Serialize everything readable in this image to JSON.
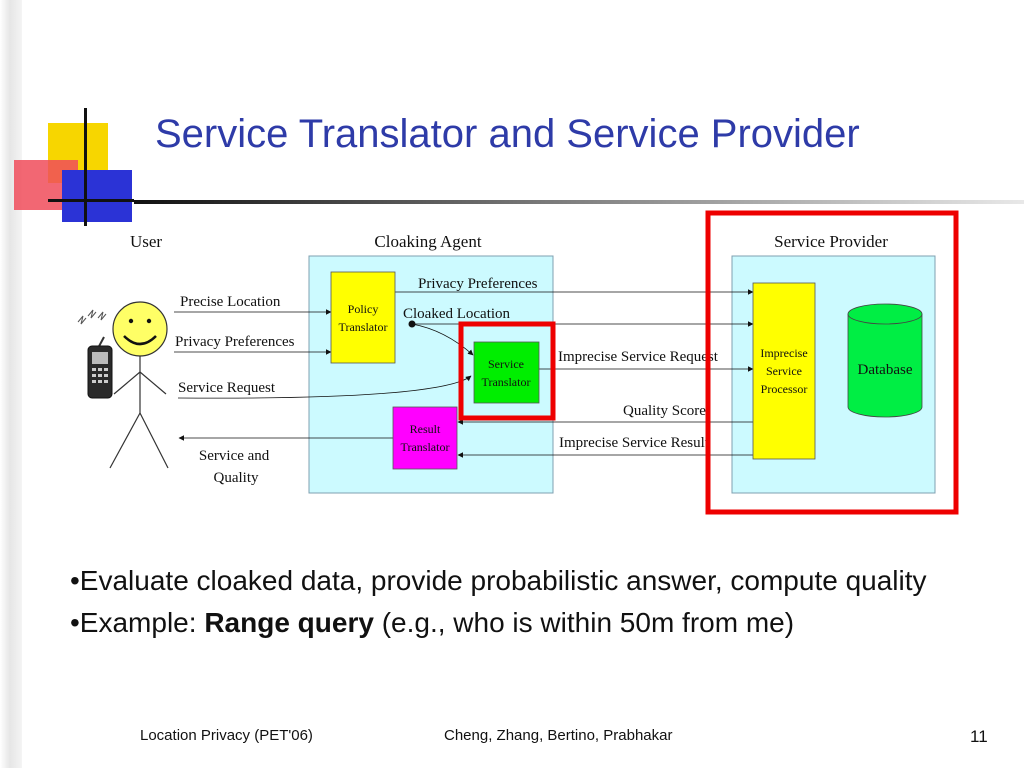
{
  "slide": {
    "title": "Service Translator and Service Provider",
    "footer_left": "Location Privacy (PET'06)",
    "footer_center": "Cheng, Zhang, Bertino, Prabhakar",
    "page_number": "11"
  },
  "diagram": {
    "user_label": "User",
    "cloaking_agent_label": "Cloaking Agent",
    "service_provider_label": "Service Provider",
    "policy_translator": [
      "Policy",
      "Translator"
    ],
    "service_translator": [
      "Service",
      "Translator"
    ],
    "result_translator": [
      "Result",
      "Translator"
    ],
    "imprecise_service_processor": [
      "Imprecise",
      "Service",
      "Processor"
    ],
    "database_label": "Database",
    "edges": {
      "precise_location": "Precise Location",
      "privacy_preferences_user": "Privacy Preferences",
      "service_request": "Service Request",
      "service_and_quality": [
        "Service and",
        "Quality"
      ],
      "privacy_preferences_agent": "Privacy Preferences",
      "cloaked_location": "Cloaked Location",
      "imprecise_service_request": "Imprecise Service Request",
      "quality_score": "Quality Score",
      "imprecise_service_result": "Imprecise Service Result"
    },
    "colors": {
      "agent_panel": "#ccfaff",
      "translator_yellow": "#ffff00",
      "translator_green": "#00ee00",
      "translator_magenta": "#ff00ff",
      "highlight_red": "#ee0000",
      "database_green": "#00ee44"
    }
  },
  "bullets": {
    "b1": "•Evaluate cloaked data, provide probabilistic answer, compute quality",
    "b2_prefix": "•Example: ",
    "b2_bold": "Range query",
    "b2_suffix": " (e.g., who is within 50m from me)"
  }
}
